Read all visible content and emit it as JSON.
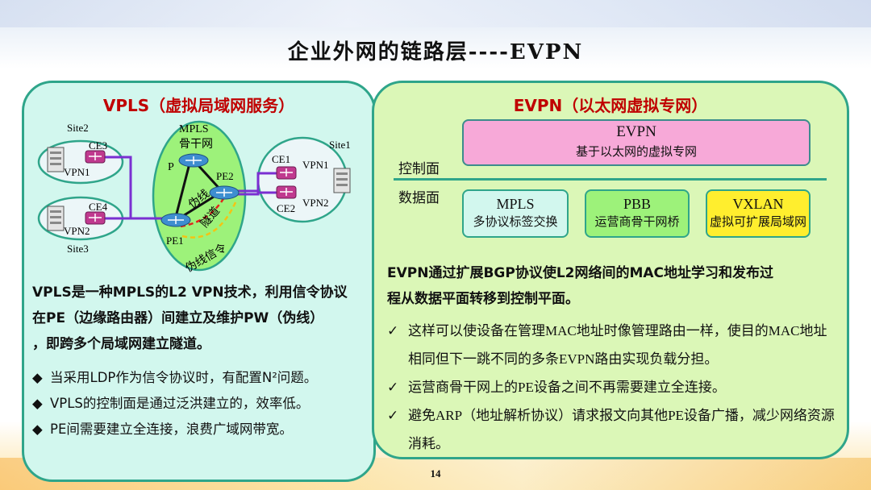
{
  "slide": {
    "title": "企业外网的链路层----EVPN",
    "page_number": "14"
  },
  "left_panel": {
    "title": "VPLS（虚拟局域网服务）",
    "diagram": {
      "site2": "Site2",
      "site3": "Site3",
      "site1": "Site1",
      "core_label_line1": "MPLS",
      "core_label_line2": "骨干网",
      "ce3": "CE3",
      "ce4": "CE4",
      "ce1": "CE1",
      "ce2": "CE2",
      "vpn1_left": "VPN1",
      "vpn2_left": "VPN2",
      "vpn1_right": "VPN1",
      "vpn2_right": "VPN2",
      "p": "P",
      "pe1": "PE1",
      "pe2": "PE2",
      "pw": "伪线",
      "tunnel": "隧道",
      "signaling": "伪线信令"
    },
    "intro_lines": [
      "VPLS是一种MPLS的L2 VPN技术，利用信令协议",
      "在PE（边缘路由器）间建立及维护PW（伪线）",
      "，即跨多个局域网建立隧道。"
    ],
    "bullet_mark": "◆",
    "bullets": [
      "当采用LDP作为信令协议时，有配置N²问题。",
      "VPLS的控制面是通过泛洪建立的，效率低。",
      "PE间需要建立全连接，浪费广域网带宽。"
    ]
  },
  "right_panel": {
    "title": "EVPN（以太网虚拟专网）",
    "evpn_box": {
      "title": "EVPN",
      "subtitle": "基于以太网的虚拟专网"
    },
    "control_plane_label": "控制面",
    "data_plane_label": "数据面",
    "data_plane_boxes": [
      {
        "title": "MPLS",
        "subtitle": "多协议标签交换",
        "color": "#d2f7ee"
      },
      {
        "title": "PBB",
        "subtitle": "运营商骨干网桥",
        "color": "#9df27a"
      },
      {
        "title": "VXLAN",
        "subtitle": "虚拟可扩展局域网",
        "color": "#ffee2e"
      }
    ],
    "intro_lines": [
      "EVPN通过扩展BGP协议使L2网络间的MAC地址学习和发布过",
      "程从数据平面转移到控制平面。"
    ],
    "check_mark": "✓",
    "checks": [
      "这样可以使设备在管理MAC地址时像管理路由一样，使目的MAC地址相同但下一跳不同的多条EVPN路由实现负载分担。",
      "运营商骨干网上的PE设备之间不再需要建立全连接。",
      "避免ARP（地址解析协议）请求报文向其他PE设备广播，减少网络资源消耗。"
    ]
  },
  "colors": {
    "panel_border": "#2fa58a",
    "left_panel_bg": "#d2f7ee",
    "right_panel_bg": "#dbf7b7",
    "panel_title": "#c00000",
    "evpn_box": "#f7a9d8",
    "link_purple": "#7a2fd1"
  }
}
